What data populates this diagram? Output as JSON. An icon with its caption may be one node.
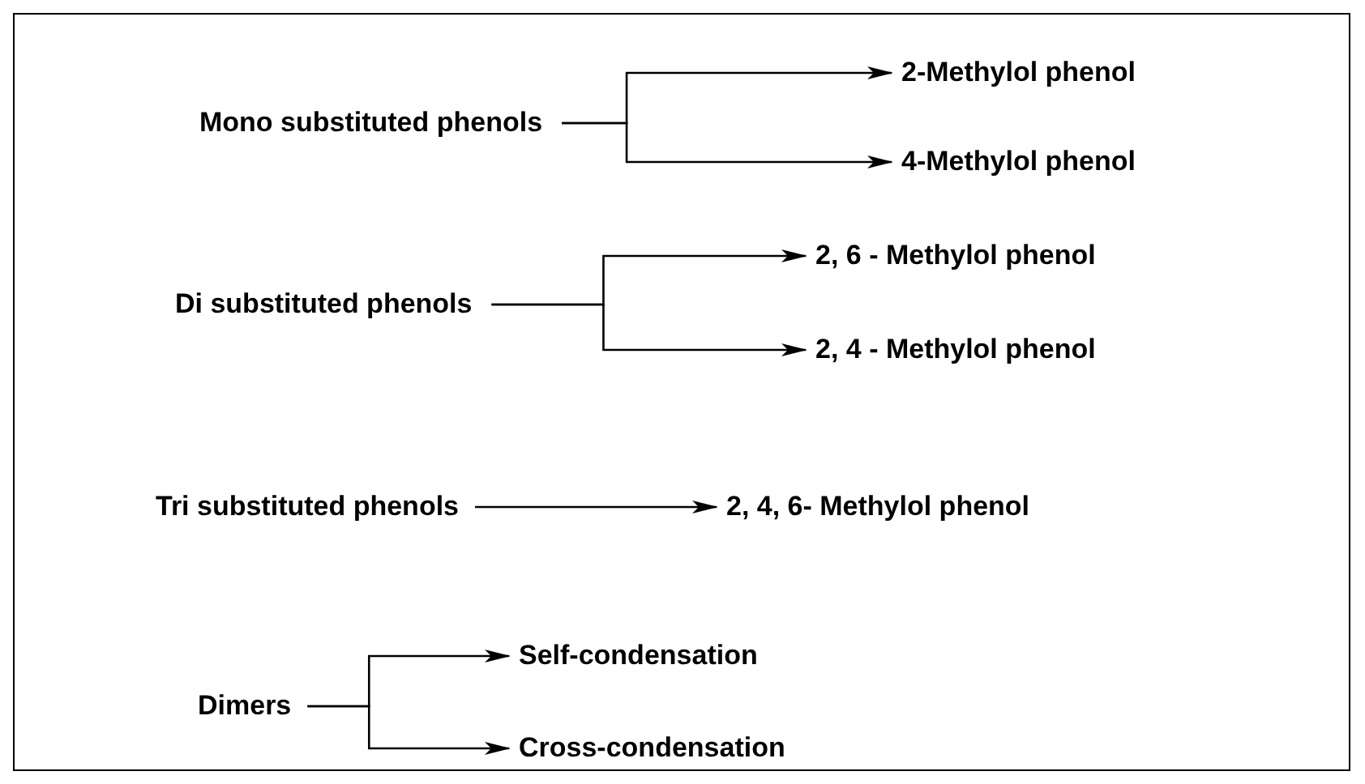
{
  "diagram": {
    "nodes": [
      {
        "text": [
          "Mono substituted phenols"
        ]
      },
      {
        "text": [
          "2-Methylol phenol"
        ]
      },
      {
        "text": [
          "4-Methylol phenol"
        ]
      },
      {
        "text": [
          "Di substituted phenols"
        ]
      },
      {
        "text": [
          "2, 6 - Methylol phenol"
        ]
      },
      {
        "text": [
          "2, 4 - Methylol phenol"
        ]
      },
      {
        "text": [
          "Tri substituted phenols"
        ]
      },
      {
        "text": [
          "2, 4, 6- Methylol phenol"
        ]
      },
      {
        "text": [
          "Dimers"
        ]
      },
      {
        "text": [
          "Self-condensation"
        ]
      },
      {
        "text": [
          "Cross-condensation"
        ]
      }
    ],
    "edges": [
      {
        "from": 0,
        "to": 1,
        "arrow": "to"
      },
      {
        "from": 0,
        "to": 2,
        "arrow": "to"
      },
      {
        "from": 3,
        "to": 4,
        "arrow": "to"
      },
      {
        "from": 3,
        "to": 5,
        "arrow": "to"
      },
      {
        "from": 6,
        "to": 7,
        "arrow": "to"
      },
      {
        "from": 8,
        "to": 9,
        "arrow": "to"
      },
      {
        "from": 8,
        "to": 10,
        "arrow": "to"
      }
    ]
  }
}
